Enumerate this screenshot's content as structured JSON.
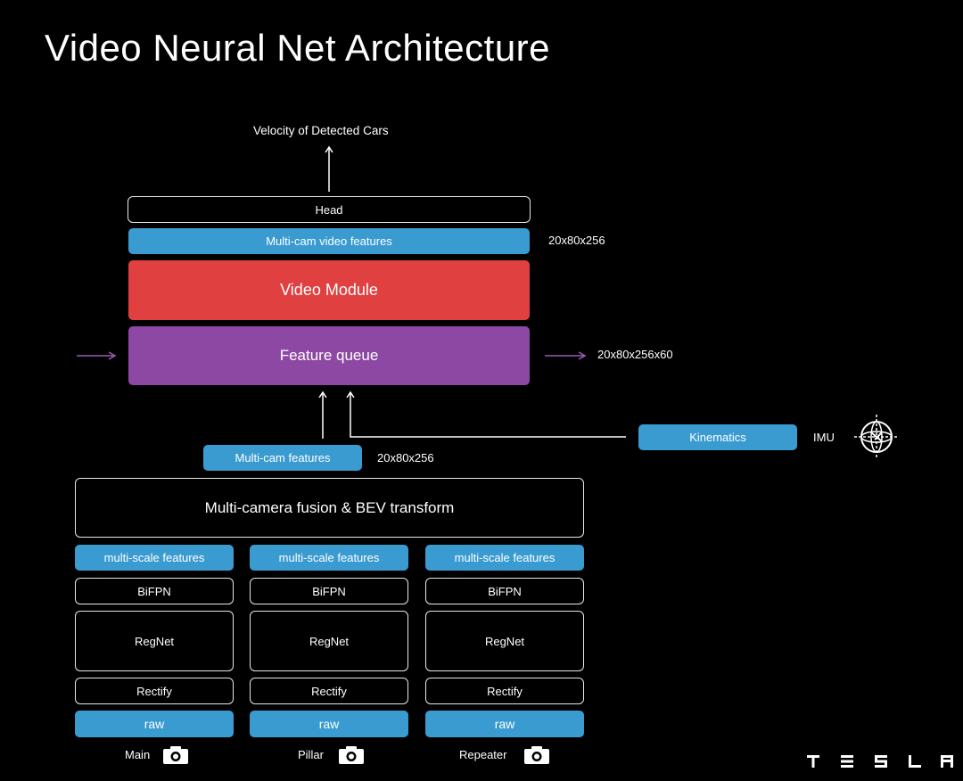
{
  "title": "Video Neural Net Architecture",
  "output_label": "Velocity of Detected Cars",
  "head": "Head",
  "multicam_video_features": "Multi-cam video features",
  "dim_video_features": "20x80x256",
  "video_module": "Video Module",
  "feature_queue": "Feature queue",
  "dim_feature_queue": "20x80x256x60",
  "kinematics": "Kinematics",
  "imu": "IMU",
  "multicam_features": "Multi-cam features",
  "dim_multicam_features": "20x80x256",
  "fusion": "Multi-camera fusion & BEV transform",
  "columns": [
    {
      "features": "multi-scale features",
      "bifpn": "BiFPN",
      "regnet": "RegNet",
      "rectify": "Rectify",
      "raw": "raw",
      "camera": "Main"
    },
    {
      "features": "multi-scale features",
      "bifpn": "BiFPN",
      "regnet": "RegNet",
      "rectify": "Rectify",
      "raw": "raw",
      "camera": "Pillar"
    },
    {
      "features": "multi-scale features",
      "bifpn": "BiFPN",
      "regnet": "RegNet",
      "rectify": "Rectify",
      "raw": "raw",
      "camera": "Repeater"
    }
  ],
  "logo": "TESLA",
  "colors": {
    "blue": "#3a9bd1",
    "red": "#e04040",
    "purple": "#8d48a3",
    "background": "#000000"
  }
}
